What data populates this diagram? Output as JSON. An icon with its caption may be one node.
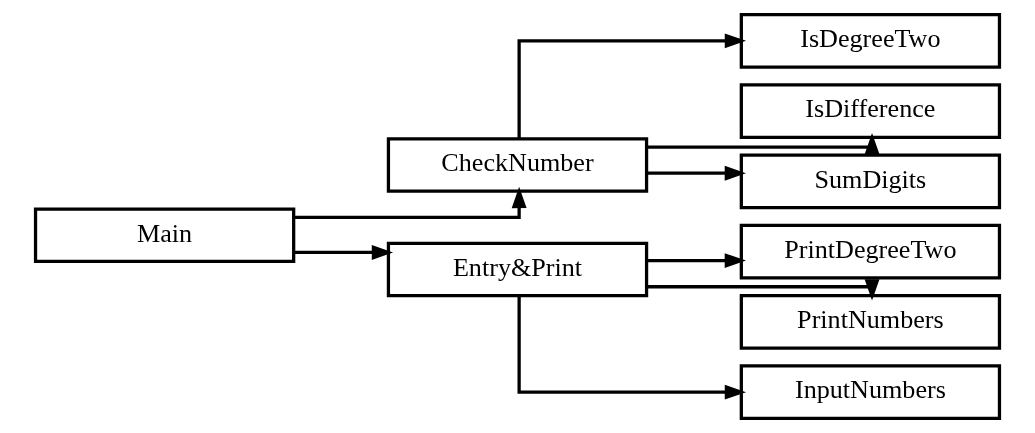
{
  "diagram": {
    "nodes": [
      {
        "text": [
          "Main"
        ]
      },
      {
        "text": [
          "CheckNumber"
        ]
      },
      {
        "text": [
          "Entry&Print"
        ]
      },
      {
        "text": [
          "IsDegreeTwo"
        ]
      },
      {
        "text": [
          "IsDifference"
        ]
      },
      {
        "text": [
          "SumDigits"
        ]
      },
      {
        "text": [
          "PrintDegreeTwo"
        ]
      },
      {
        "text": [
          "PrintNumbers"
        ]
      },
      {
        "text": [
          "InputNumbers"
        ]
      }
    ],
    "edges": [
      {
        "from": 0,
        "to": 1,
        "arrow": "to"
      },
      {
        "from": 0,
        "to": 2,
        "arrow": "to"
      },
      {
        "from": 1,
        "to": 3,
        "arrow": "to"
      },
      {
        "from": 1,
        "to": 4,
        "arrow": "to"
      },
      {
        "from": 1,
        "to": 5,
        "arrow": "to"
      },
      {
        "from": 2,
        "to": 6,
        "arrow": "to"
      },
      {
        "from": 2,
        "to": 7,
        "arrow": "to"
      },
      {
        "from": 2,
        "to": 8,
        "arrow": "to"
      }
    ]
  }
}
